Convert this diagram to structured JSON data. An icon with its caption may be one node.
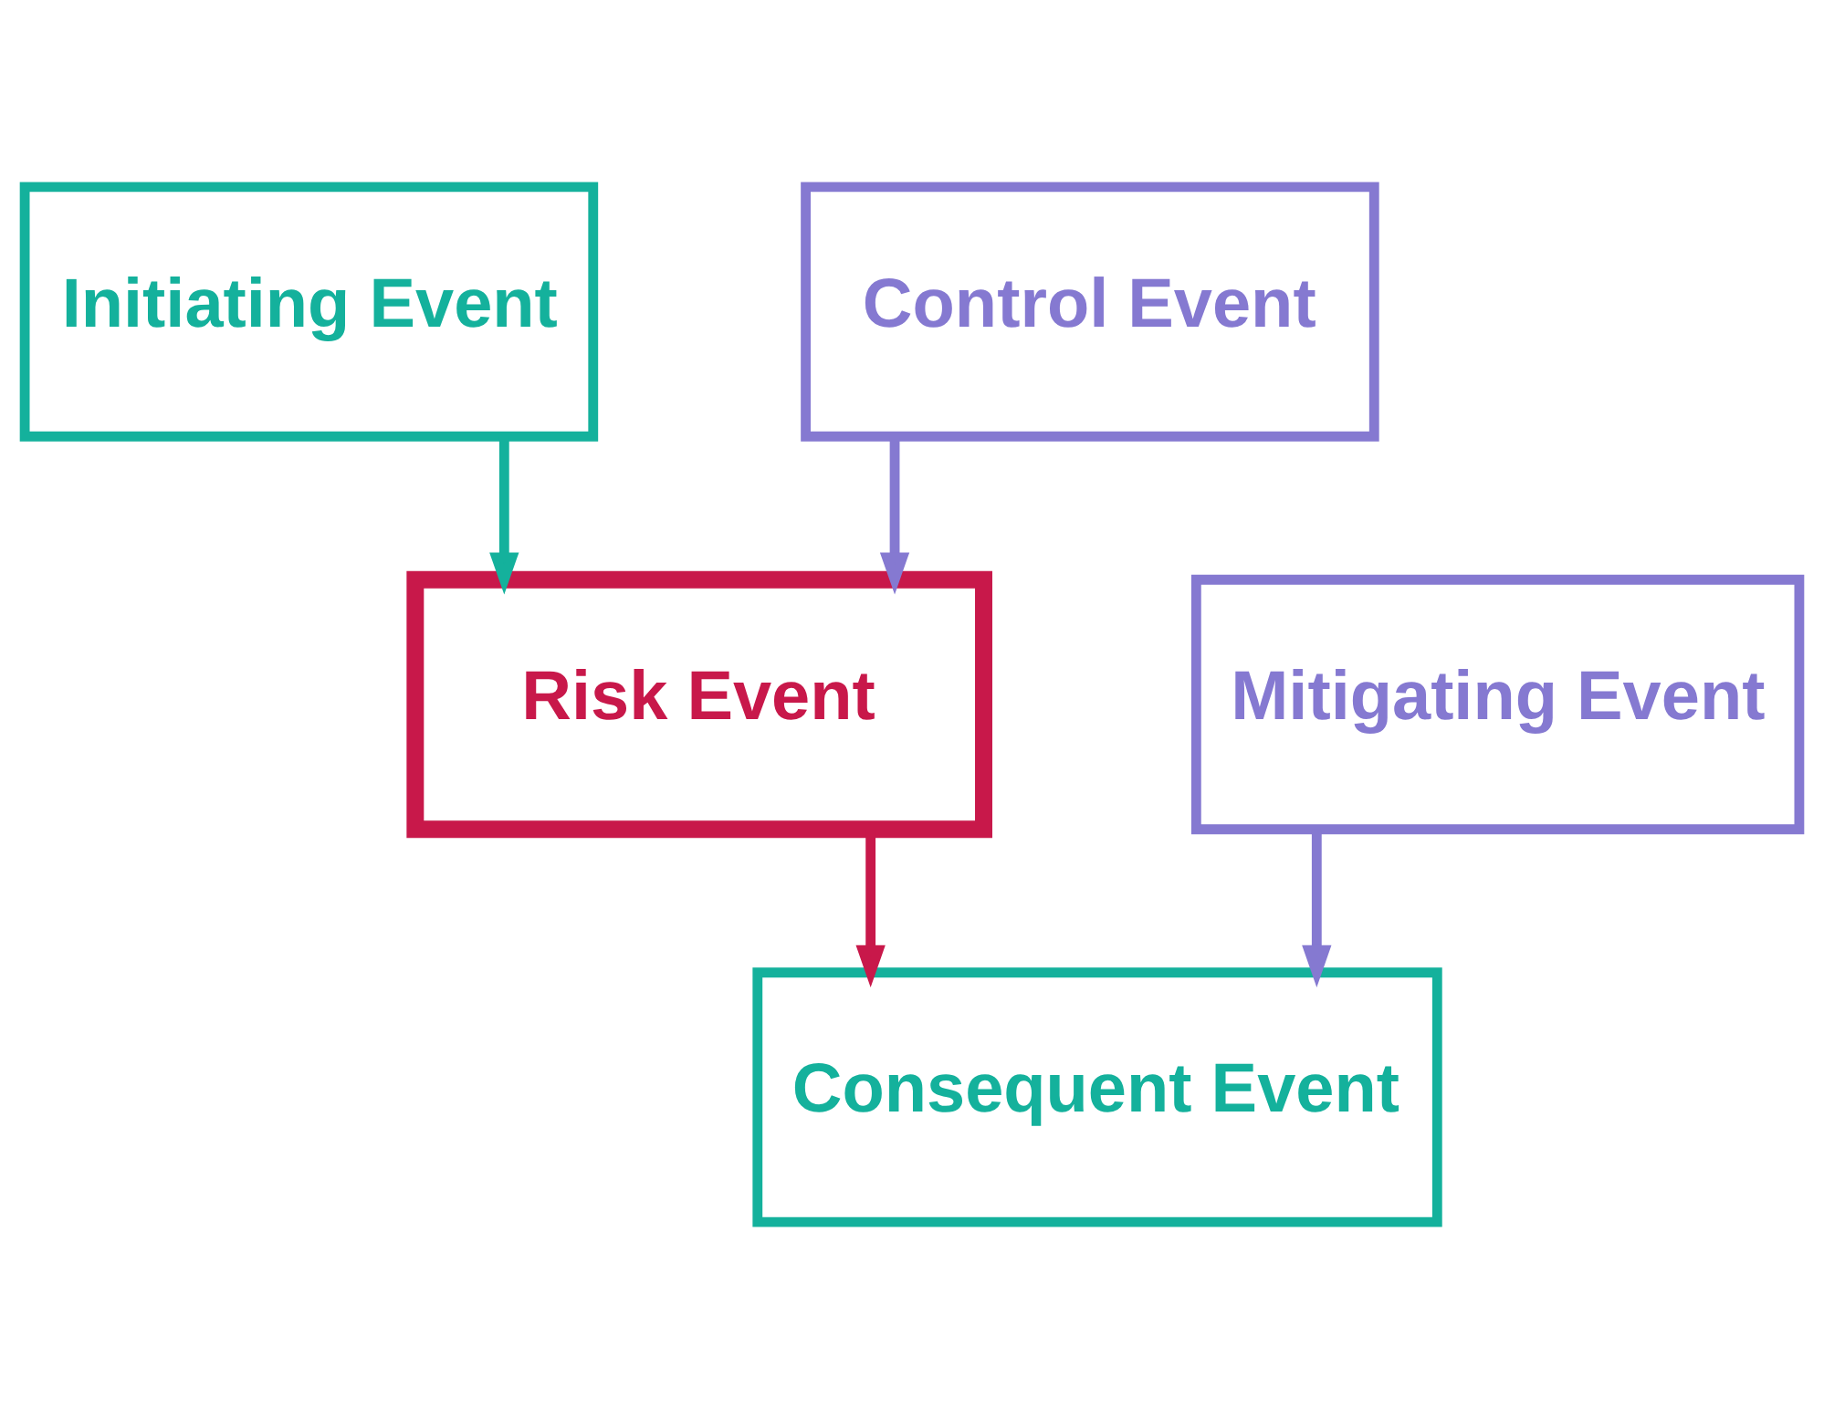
{
  "diagram": {
    "nodes": [
      {
        "text": [
          "Initiating Event"
        ]
      },
      {
        "text": [
          "Control Event"
        ]
      },
      {
        "text": [
          "Risk Event"
        ]
      },
      {
        "text": [
          "Mitigating Event"
        ]
      },
      {
        "text": [
          "Consequent Event"
        ]
      }
    ],
    "edges": [
      {
        "from": 0,
        "to": 2,
        "arrow": "to",
        "color": "#14b19c"
      },
      {
        "from": 1,
        "to": 2,
        "arrow": "to"
      },
      {
        "from": 2,
        "to": 4,
        "arrow": "to",
        "color": "#c8184a"
      },
      {
        "from": 3,
        "to": 4,
        "arrow": "to"
      }
    ]
  }
}
